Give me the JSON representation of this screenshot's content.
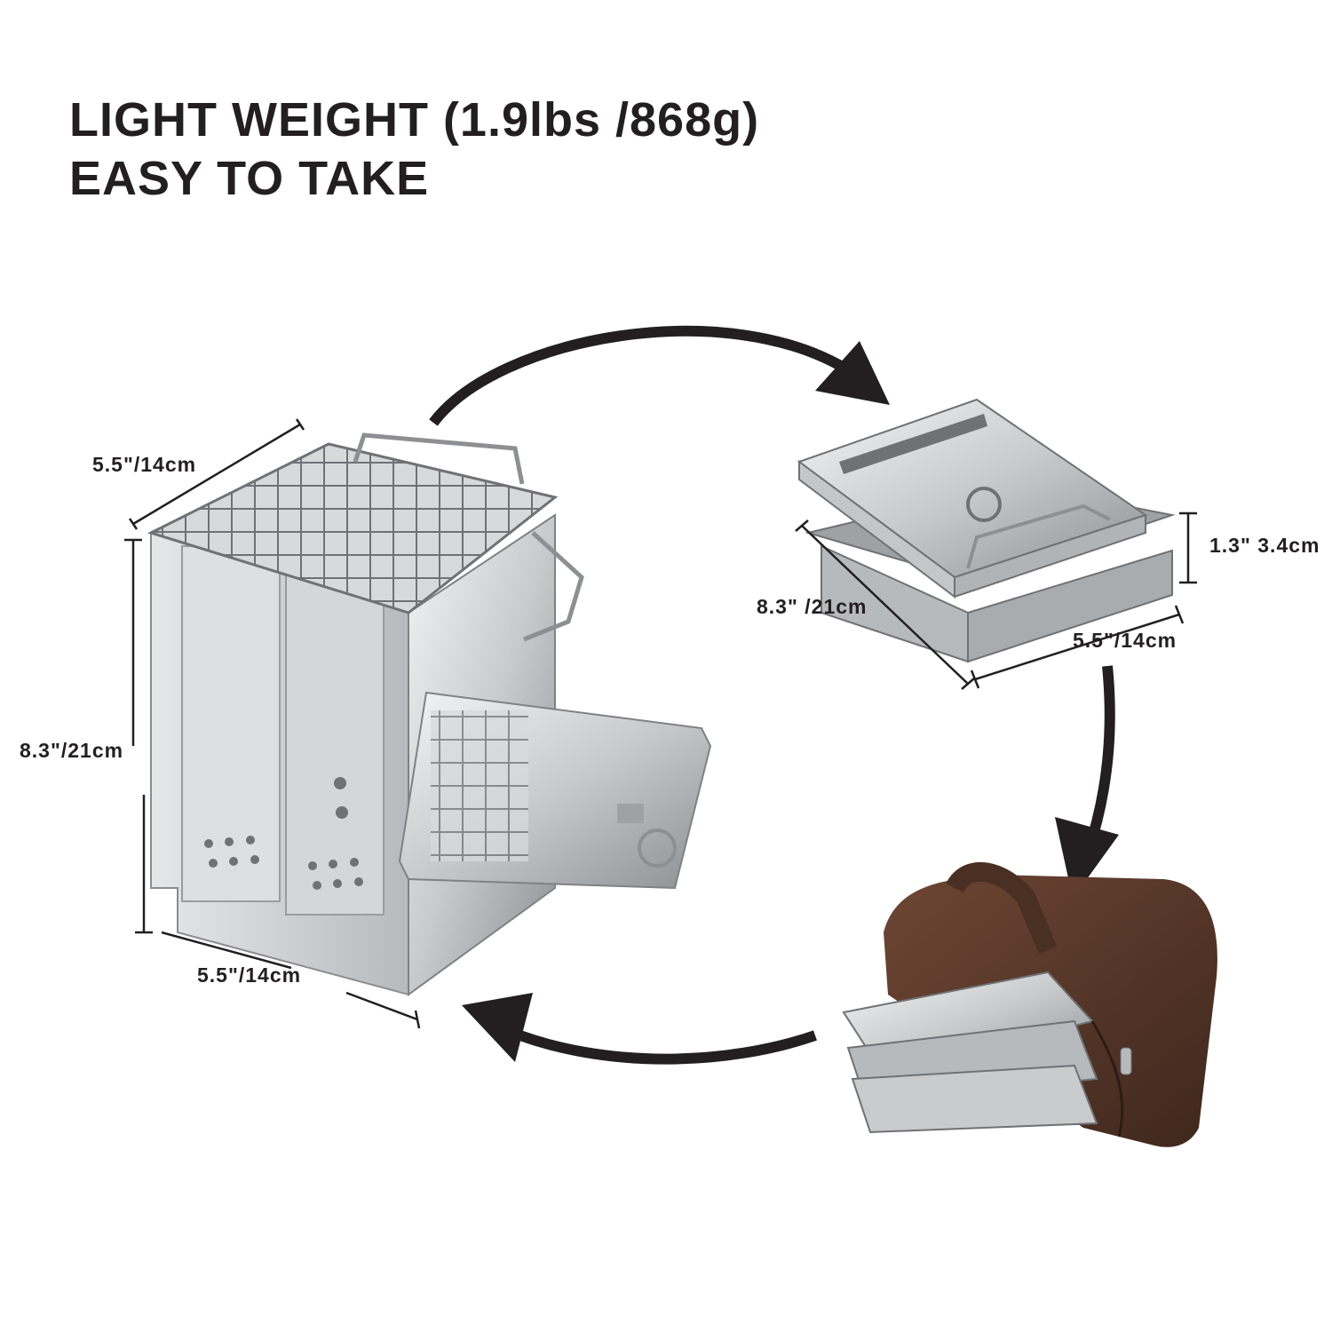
{
  "headline": {
    "line1": "LIGHT  WEIGHT (1.9lbs /868g)",
    "line2": "EASY TO TAKE"
  },
  "assembled_stove": {
    "depth_label": "5.5\"/14cm",
    "height_label": "8.3\"/21cm",
    "width_label": "5.5\"/14cm"
  },
  "folded_stove": {
    "thickness_label": "1.3\" 3.4cm",
    "length_label": "8.3\" /21cm",
    "width_label": "5.5\"/14cm"
  },
  "colors": {
    "text": "#231f20",
    "arrow": "#231f20",
    "steel": "#c9cbcd",
    "bag": "#5a3a2c"
  }
}
